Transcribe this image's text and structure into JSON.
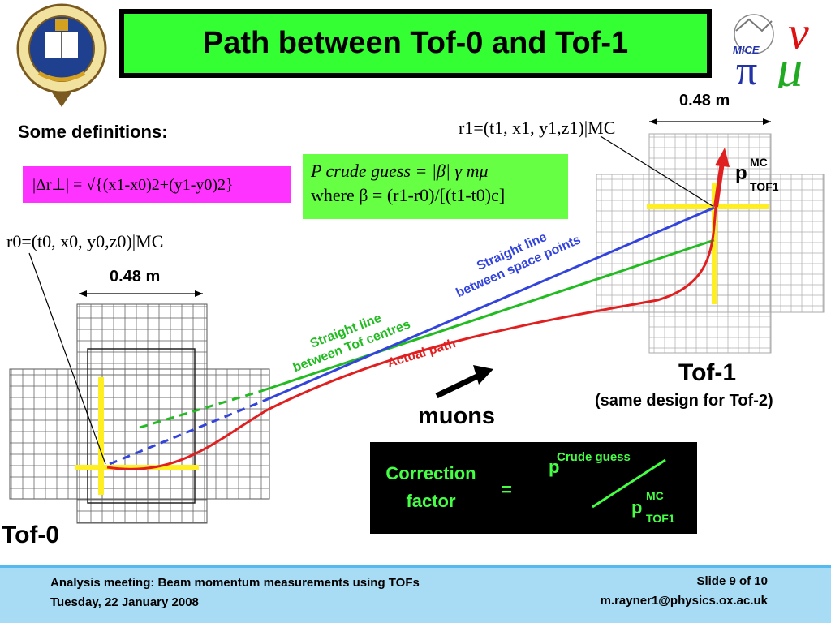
{
  "title": "Path between Tof-0 and Tof-1",
  "definitions_heading": "Some definitions:",
  "formula_dr": "|Δr⊥| = √{(x1-x0)2+(y1-y0)2}",
  "crude_guess": {
    "line1": "P crude guess = |β| γ mμ",
    "line2": "where β = (r1-r0)/[(t1-t0)c]"
  },
  "r0_label": "r0=(t0, x0, y0,z0)|MC",
  "r1_label": "r1=(t1, x1, y1,z1)|MC",
  "dim_tof0": "0.48 m",
  "dim_tof1": "0.48 m",
  "label_straight_space": [
    "Straight line",
    "between space points"
  ],
  "label_straight_centres": [
    "Straight line",
    "between Tof centres"
  ],
  "label_actual": "Actual path",
  "label_muons": "muons",
  "tof1_name": "Tof-1",
  "tof1_note": "(same design for Tof-2)",
  "tof0_name": "Tof-0",
  "p_mc_tof1": {
    "p": "p",
    "sup": "MC",
    "sub": "TOF1"
  },
  "correction": {
    "label1": "Correction",
    "label2": "factor",
    "equals": "=",
    "num_p": "p",
    "num_sup": "Crude guess",
    "den_p": "p",
    "den_sup": "MC",
    "den_sub": "TOF1"
  },
  "footer": {
    "left1": "Analysis meeting: Beam momentum measurements using TOFs",
    "left2": "Tuesday, 22 January 2008",
    "right1": "Slide 9 of 10",
    "right2": "m.rayner1@physics.ox.ac.uk"
  },
  "mice_logo": "MICE",
  "colors": {
    "title_bg": "#33ff33",
    "formula_bg": "#ff33ff",
    "crude_bg": "#66ff44",
    "actual_path": "#e02020",
    "straight_space": "#3344dd",
    "straight_centres": "#22bb22",
    "tof_bar": "#ffee22",
    "correction_text": "#44ff44"
  }
}
